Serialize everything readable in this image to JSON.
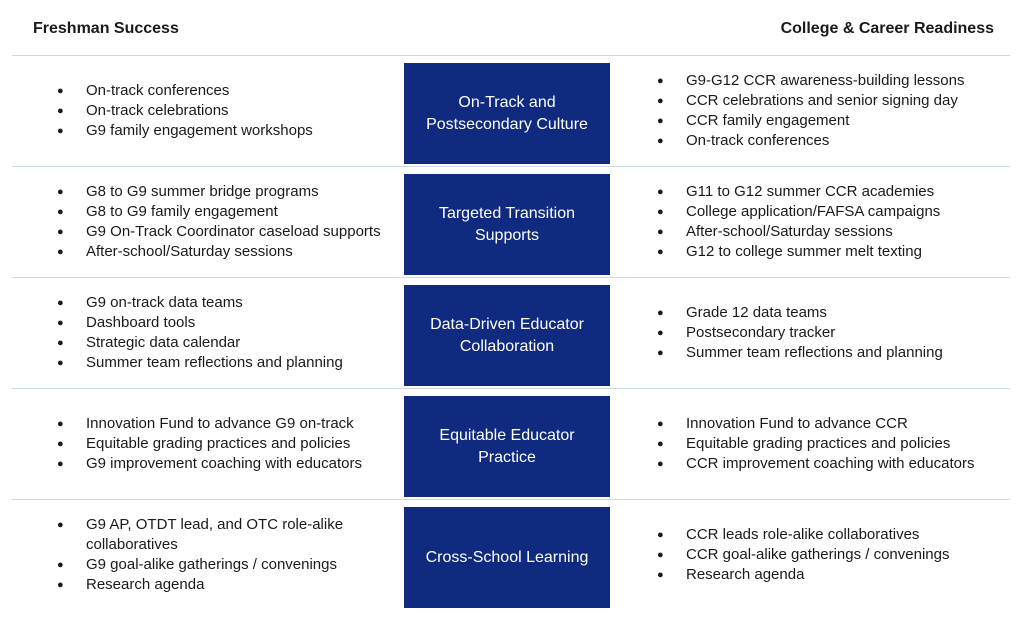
{
  "header": {
    "left_title": "Freshman Success",
    "right_title": "College & Career Readiness"
  },
  "rows": [
    {
      "left": [
        "On-track conferences",
        "On-track celebrations",
        "G9 family engagement workshops"
      ],
      "center": "On-Track and Postsecondary Culture",
      "right": [
        "G9-G12 CCR awareness-building lessons",
        "CCR celebrations and senior signing day",
        "CCR family engagement",
        "On-track conferences"
      ]
    },
    {
      "left": [
        "G8 to G9 summer bridge programs",
        "G8 to G9 family engagement",
        "G9 On-Track Coordinator caseload supports",
        "After-school/Saturday sessions"
      ],
      "center": "Targeted Transition Supports",
      "right": [
        "G11 to G12 summer CCR academies",
        "College application/FAFSA campaigns",
        "After-school/Saturday sessions",
        "G12 to college summer melt texting"
      ]
    },
    {
      "left": [
        "G9 on-track data teams",
        "Dashboard tools",
        "Strategic data calendar",
        "Summer team reflections and planning"
      ],
      "center": "Data-Driven Educator Collaboration",
      "right": [
        "Grade 12 data teams",
        "Postsecondary tracker",
        "Summer team reflections and planning"
      ]
    },
    {
      "left": [
        "Innovation Fund to advance G9 on-track",
        "Equitable grading practices and policies",
        "G9 improvement coaching with educators"
      ],
      "center": "Equitable Educator Practice",
      "right": [
        "Innovation Fund to advance CCR",
        "Equitable grading practices and policies",
        "CCR improvement coaching with educators"
      ]
    },
    {
      "left": [
        "G9 AP, OTDT lead, and OTC role-alike collaboratives",
        "G9 goal-alike gatherings / convenings",
        "Research agenda"
      ],
      "center": "Cross-School Learning",
      "right": [
        "CCR leads role-alike collaboratives",
        "CCR goal-alike gatherings / convenings",
        "Research agenda"
      ]
    }
  ],
  "colors": {
    "box": "#0f2a7f",
    "divider": "#c9dbe6"
  }
}
